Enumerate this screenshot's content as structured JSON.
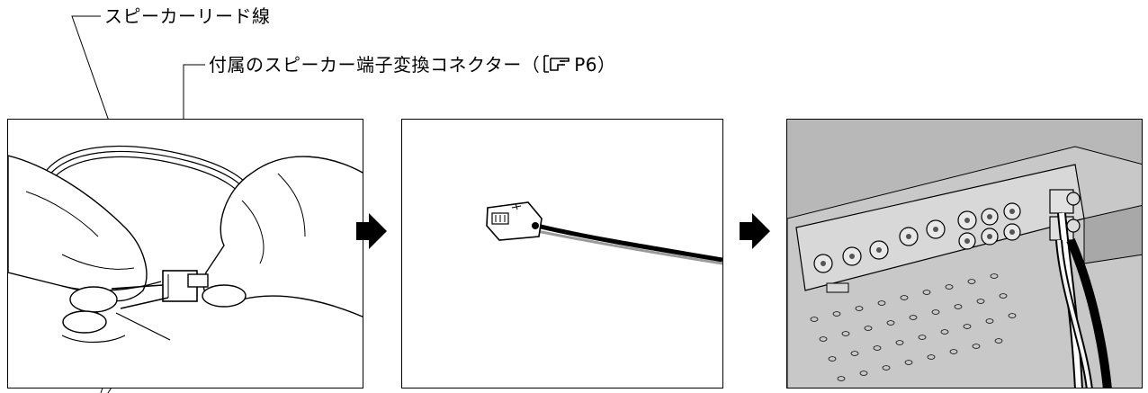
{
  "labels": {
    "speaker_lead": "スピーカーリード線",
    "connector": "付属のスピーカー端子変換コネクター（",
    "page_ref": "P6）"
  },
  "icons": {
    "page_ref_icon": "finger-pointing-book-icon",
    "step_arrow": "right-arrow-icon"
  },
  "steps": [
    {
      "id": "step1",
      "description": ""
    },
    {
      "id": "step2",
      "description": ""
    },
    {
      "id": "step3",
      "description": ""
    }
  ]
}
